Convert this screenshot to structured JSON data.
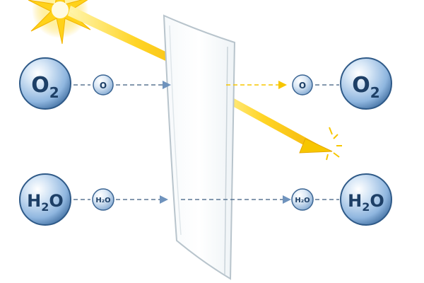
{
  "molecules": {
    "oxygen": {
      "large_left": {
        "symbol": "O",
        "subscript": "2"
      },
      "small_left": {
        "label": "O"
      },
      "small_right": {
        "label": "O"
      },
      "large_right": {
        "symbol": "O",
        "subscript": "2"
      }
    },
    "water": {
      "large_left": {
        "symbol": "H",
        "subscript": "2",
        "suffix": "O"
      },
      "small_left": {
        "label": "H₂O"
      },
      "small_right": {
        "label": "H₂O"
      },
      "large_right": {
        "symbol": "H",
        "subscript": "2",
        "suffix": "O"
      }
    }
  },
  "colors": {
    "sun": "#ffd21a",
    "light_beam": "#f7c600",
    "bubble_fill": "#a9c9ea",
    "bubble_edge": "#2f5a88",
    "dashed_line": "#5b7794",
    "arrowhead": "#6f93bd",
    "membrane": "#cfd8de"
  },
  "icons": {
    "light_source": "sun-burst-icon",
    "light_arrow": "light-beam-arrow-icon",
    "flow_arrow": "arrowhead-icon"
  }
}
